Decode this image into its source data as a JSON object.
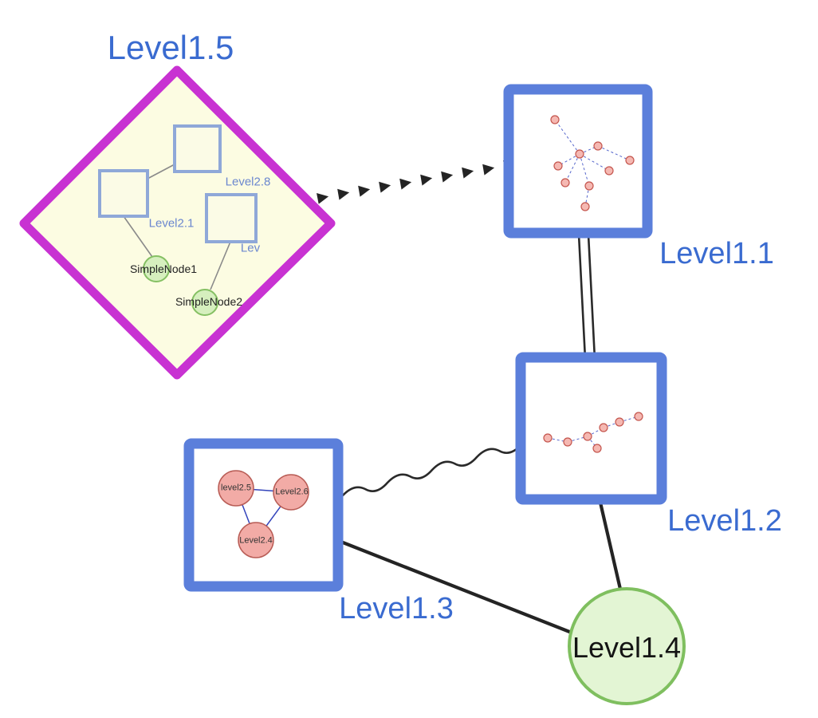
{
  "labels": {
    "level1_5": "Level1.5",
    "level1_1": "Level1.1",
    "level1_2": "Level1.2",
    "level1_3": "Level1.3",
    "level1_4": "Level1.4",
    "level2_8": "Level2.8",
    "level2_1": "Level2.1",
    "level2_trunc": "Lev",
    "simple_node1": "SimpleNode1",
    "simple_node2": "SimpleNode2",
    "level2_5": "level2.5",
    "level2_6": "Level2.6",
    "level2_4": "Level2.4"
  },
  "colors": {
    "label_blue": "#3a6bd0",
    "diamond_border": "#c832d2",
    "diamond_fill": "#fcfce2",
    "group_node_border": "#5b7fdb",
    "green_node_fill": "#e3f5d4",
    "green_node_border": "#7fbf5f",
    "small_node_pink": "#f5b8b2",
    "small_node_pink_border": "#c4554d",
    "edge_color": "#242424",
    "mini_edge_blue": "#5566cc"
  }
}
